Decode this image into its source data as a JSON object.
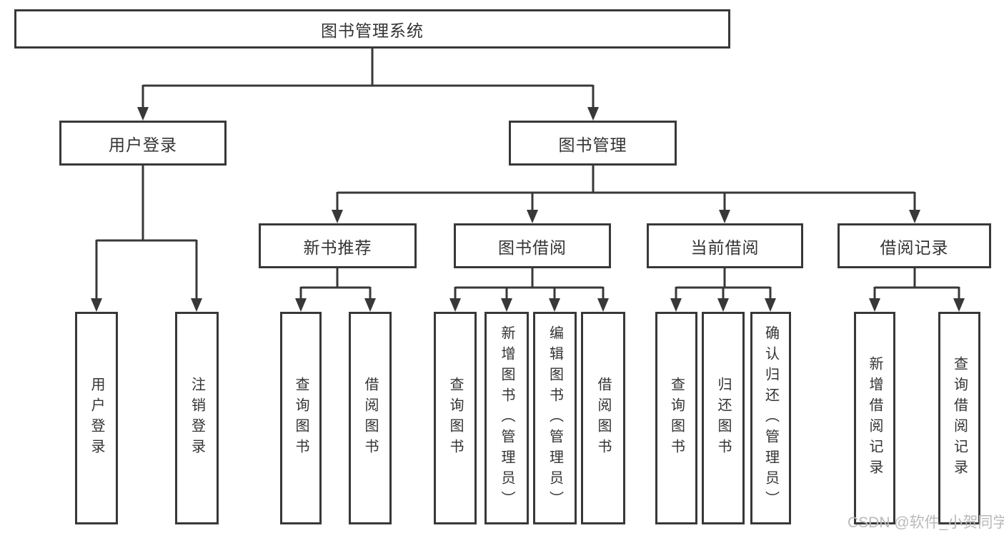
{
  "diagram": {
    "type": "tree",
    "title": "图书管理系统",
    "nodes": {
      "root": "图书管理系统",
      "user_login": "用户登录",
      "book_mgmt": "图书管理",
      "new_book_rec": "新书推荐",
      "book_borrow": "图书借阅",
      "current_borrow": "当前借阅",
      "borrow_record": "借阅记录",
      "leaf_user_login": "用户登录",
      "leaf_logout": "注销登录",
      "leaf_query_book_rec": "查询图书",
      "leaf_borrow_book_rec": "借阅图书",
      "leaf_query_book_borrow": "查询图书",
      "leaf_add_book": "新增图书（管理员）",
      "leaf_edit_book": "编辑图书（管理员）",
      "leaf_borrow_book_borrow": "借阅图书",
      "leaf_query_book_current": "查询图书",
      "leaf_return_book": "归还图书",
      "leaf_confirm_return": "确认归还（管理员）",
      "leaf_add_record": "新增借阅记录",
      "leaf_query_record": "查询借阅记录"
    },
    "edges": [
      [
        "root",
        "user_login"
      ],
      [
        "root",
        "book_mgmt"
      ],
      [
        "user_login",
        "leaf_user_login"
      ],
      [
        "user_login",
        "leaf_logout"
      ],
      [
        "book_mgmt",
        "new_book_rec"
      ],
      [
        "book_mgmt",
        "book_borrow"
      ],
      [
        "book_mgmt",
        "current_borrow"
      ],
      [
        "book_mgmt",
        "borrow_record"
      ],
      [
        "new_book_rec",
        "leaf_query_book_rec"
      ],
      [
        "new_book_rec",
        "leaf_borrow_book_rec"
      ],
      [
        "book_borrow",
        "leaf_query_book_borrow"
      ],
      [
        "book_borrow",
        "leaf_add_book"
      ],
      [
        "book_borrow",
        "leaf_edit_book"
      ],
      [
        "book_borrow",
        "leaf_borrow_book_borrow"
      ],
      [
        "current_borrow",
        "leaf_query_book_current"
      ],
      [
        "current_borrow",
        "leaf_return_book"
      ],
      [
        "current_borrow",
        "leaf_confirm_return"
      ],
      [
        "borrow_record",
        "leaf_add_record"
      ],
      [
        "borrow_record",
        "leaf_query_record"
      ]
    ],
    "colors": {
      "line": "#383838",
      "text": "#333333",
      "background": "#ffffff",
      "watermark": "#b9b9b9"
    }
  },
  "watermark": "CSDN @软件_小贺同学"
}
